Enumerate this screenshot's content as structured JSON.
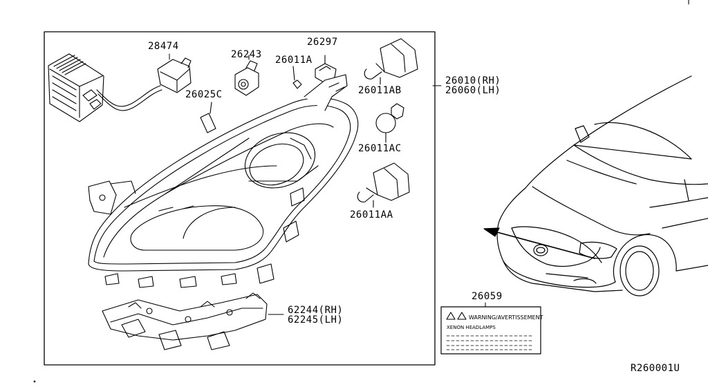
{
  "diagram": {
    "callouts": {
      "p28474": "28474",
      "p26243": "26243",
      "p26297": "26297",
      "p26011A": "26011A",
      "p26025C": "26025C",
      "p26011AB": "26011AB",
      "p26011AC": "26011AC",
      "p26011AA": "26011AA",
      "p26010": "26010(RH)",
      "p26060": "26060(LH)",
      "p62244": "62244(RH)",
      "p62245": "62245(LH)",
      "p26059": "26059"
    },
    "warning_label": {
      "title": "WARNING/AVERTISSEMENT",
      "subtitle": "XENON HEADLAMPS"
    },
    "reference_code": "R260001U"
  }
}
